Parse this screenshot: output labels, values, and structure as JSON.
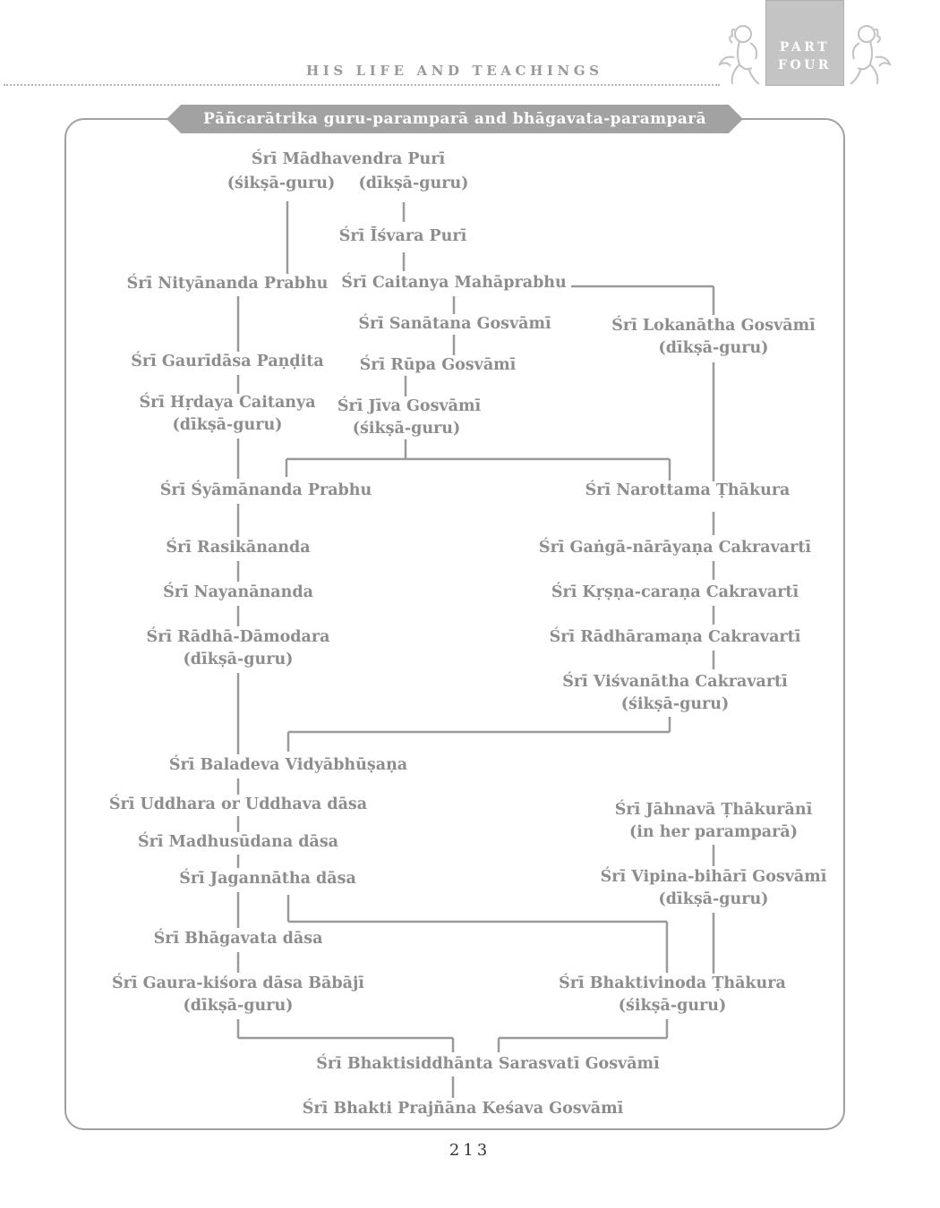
{
  "header": {
    "running_head": "HIS LIFE AND TEACHINGS",
    "part_word": "PART",
    "part_number": "FOUR"
  },
  "title": "Pāñcarātrika guru-paramparā and bhāgavata-paramparā",
  "nodes": {
    "madhavendra": "Śrī Mādhavendra Purī",
    "madhavendra_siksa": "(śikṣā-guru)",
    "madhavendra_diksa": "(dīkṣā-guru)",
    "isvara": "Śrī Īśvara Purī",
    "nityananda": "Śrī Nityānanda Prabhu",
    "caitanya": "Śrī Caitanya Mahāprabhu",
    "sanatana": "Śrī Sanātana Gosvāmī",
    "lokanatha": "Śrī Lokanātha Gosvāmī",
    "lokanatha_role": "(dīkṣā-guru)",
    "gauridasa": "Śrī Gaurīdāsa Paṇḍita",
    "rupa": "Śrī Rūpa Gosvāmī",
    "hrdaya": "Śrī Hṛdaya Caitanya",
    "hrdaya_role": "(dīkṣā-guru)",
    "jiva": "Śrī Jīva Gosvāmī",
    "jiva_role": "(śikṣā-guru)",
    "syamananda": "Śrī Śyāmānanda Prabhu",
    "narottama": "Śrī Narottama Ṭhākura",
    "rasikananda": "Śrī Rasikānanda",
    "ganga": "Śrī Gaṅgā-nārāyaṇa Cakravartī",
    "nayanananda": "Śrī Nayanānanda",
    "krsna": "Śrī Kṛṣṇa-caraṇa Cakravartī",
    "radha_damodara": "Śrī Rādhā-Dāmodara",
    "radha_damodara_role": "(dīkṣā-guru)",
    "radharamana": "Śrī Rādhāramaṇa Cakravartī",
    "visvanatha": "Śrī Viśvanātha Cakravartī",
    "visvanatha_role": "(śikṣā-guru)",
    "baladeva": "Śrī Baladeva Vidyābhūṣaṇa",
    "uddhara": "Śrī Uddhara or Uddhava dāsa",
    "jahnava": "Śrī Jāhnavā Ṭhākurānī",
    "jahnava_role": "(in her paramparā)",
    "madhusudana": "Śrī Madhusūdana dāsa",
    "jagannatha": "Śrī Jagannātha dāsa",
    "vipina": "Śrī Vipina-bihārī Gosvāmī",
    "vipina_role": "(dīkṣā-guru)",
    "bhagavata": "Śrī Bhāgavata dāsa",
    "gaurakisora": "Śrī Gaura-kiśora dāsa Bābājī",
    "gaurakisora_role": "(dīkṣā-guru)",
    "bhaktivinoda": "Śrī Bhaktivinoda Ṭhākura",
    "bhaktivinoda_role": "(śikṣā-guru)",
    "bhaktisiddhanta": "Śrī Bhaktisiddhānta Sarasvatī Gosvāmī",
    "kesava": "Śrī Bhakti Prajñāna Keśava Gosvāmī"
  },
  "page_number": "213"
}
